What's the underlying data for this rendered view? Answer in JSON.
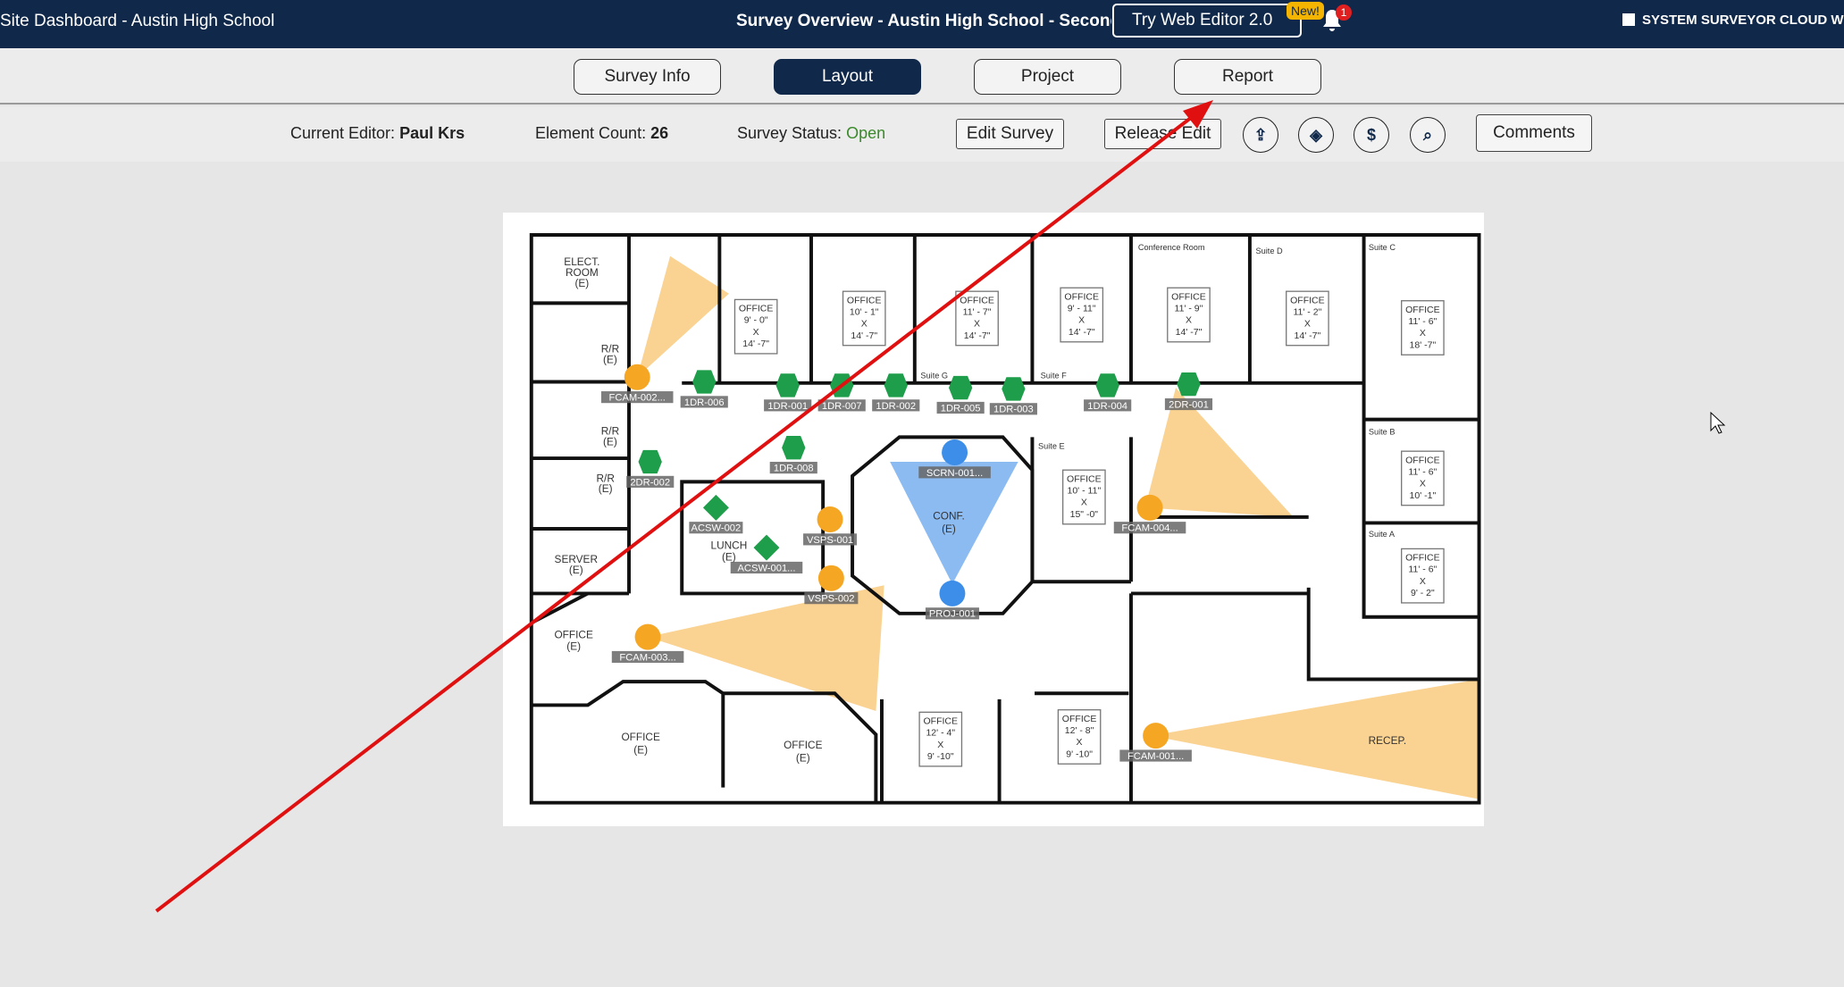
{
  "header": {
    "site_title": "Site Dashboard - Austin High School",
    "survey_title": "Survey Overview - Austin High School - Second",
    "web_editor_button": "Try Web Editor 2.0",
    "new_badge": "New!",
    "notification_count": "1",
    "brand": "SYSTEM SURVEYOR CLOUD W",
    "bg_color": "#10284a"
  },
  "tabs": [
    {
      "label": "Survey Info",
      "active": false
    },
    {
      "label": "Layout",
      "active": true
    },
    {
      "label": "Project",
      "active": false
    },
    {
      "label": "Report",
      "active": false
    }
  ],
  "toolbar": {
    "editor_label": "Current Editor:",
    "editor_value": "Paul Krs",
    "count_label": "Element Count:",
    "count_value": "26",
    "status_label": "Survey Status:",
    "status_value": "Open",
    "edit_survey": "Edit Survey",
    "release_edit": "Release Edit",
    "icons": [
      "upload-icon",
      "layers-icon",
      "dollar-icon",
      "search-icon"
    ],
    "comments": "Comments"
  },
  "floorplan": {
    "rooms": [
      "ELECT.",
      "ROOM",
      "(E)",
      "R/R",
      "(E)",
      "R/R",
      "(E)",
      "R/R",
      "(E)",
      "SERVER",
      "(E)",
      "OFFICE",
      "(E)",
      "OFFICE",
      "(E)",
      "OFFICE",
      "(E)",
      "LUNCH",
      "(E)",
      "CONF.",
      "(E)",
      "RECEP.",
      "Conference Room",
      "Suite D",
      "Suite C",
      "Suite G",
      "Suite F",
      "Suite E",
      "Suite B",
      "Suite A"
    ],
    "offices": [
      [
        "OFFICE",
        "9' - 0\"",
        "X",
        "14' -7\""
      ],
      [
        "OFFICE",
        "10' - 1\"",
        "X",
        "14' -7\""
      ],
      [
        "OFFICE",
        "11' - 7\"",
        "X",
        "14' -7\""
      ],
      [
        "OFFICE",
        "9' - 11\"",
        "X",
        "14' -7\""
      ],
      [
        "OFFICE",
        "11' - 9\"",
        "X",
        "14' -7\""
      ],
      [
        "OFFICE",
        "11' - 2\"",
        "X",
        "14' -7\""
      ],
      [
        "OFFICE",
        "11' - 6\"",
        "X",
        "18' -7\""
      ],
      [
        "OFFICE",
        "10' - 11\"",
        "X",
        "15\" -0\""
      ],
      [
        "OFFICE",
        "11' - 6\"",
        "X",
        "10' -1\""
      ],
      [
        "OFFICE",
        "11' - 6\"",
        "X",
        "9' - 2\""
      ],
      [
        "OFFICE",
        "12' - 4\"",
        "X",
        "9' -10\""
      ],
      [
        "OFFICE",
        "12' - 8\"",
        "X",
        "9' -10\""
      ]
    ],
    "devices": [
      {
        "label": "FCAM-002...",
        "type": "camera"
      },
      {
        "label": "1DR-006",
        "type": "door"
      },
      {
        "label": "1DR-001",
        "type": "door"
      },
      {
        "label": "1DR-007",
        "type": "door"
      },
      {
        "label": "1DR-002",
        "type": "door"
      },
      {
        "label": "1DR-005",
        "type": "door"
      },
      {
        "label": "1DR-003",
        "type": "door"
      },
      {
        "label": "1DR-004",
        "type": "door"
      },
      {
        "label": "2DR-001",
        "type": "door"
      },
      {
        "label": "2DR-002",
        "type": "door"
      },
      {
        "label": "1DR-008",
        "type": "door"
      },
      {
        "label": "SCRN-001...",
        "type": "screen"
      },
      {
        "label": "ACSW-002",
        "type": "acs"
      },
      {
        "label": "VSPS-001",
        "type": "speaker"
      },
      {
        "label": "ACSW-001...",
        "type": "acs"
      },
      {
        "label": "FCAM-004...",
        "type": "camera"
      },
      {
        "label": "VSPS-002",
        "type": "speaker"
      },
      {
        "label": "PROJ-001",
        "type": "projector"
      },
      {
        "label": "FCAM-003...",
        "type": "camera"
      },
      {
        "label": "FCAM-001...",
        "type": "camera"
      }
    ],
    "colors": {
      "camera": "#f5a623",
      "door": "#1e9e4a",
      "av": "#3d8ee8",
      "annotation_arrow": "#e01010"
    }
  }
}
